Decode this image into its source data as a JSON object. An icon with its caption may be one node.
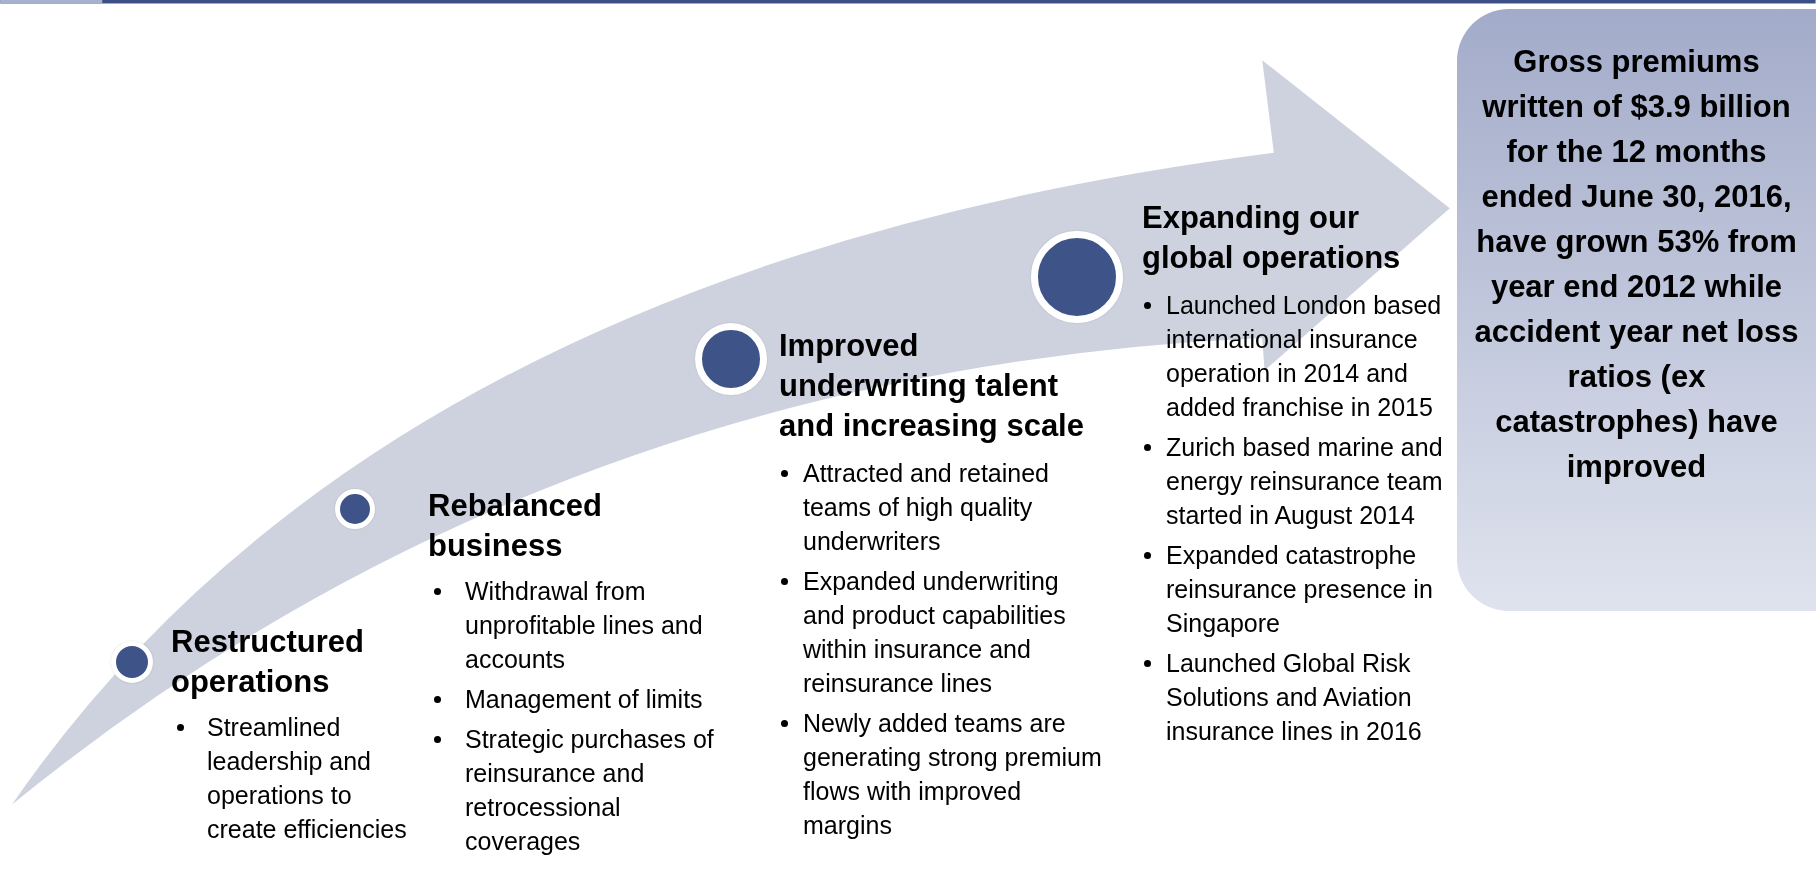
{
  "diagram": {
    "nodes": [
      {
        "text": [
          "Restructured operations",
          "Streamlined leadership and operations  to create efficiencies"
        ]
      },
      {
        "text": [
          "Rebalanced business",
          "Withdrawal from unprofitable lines and accounts",
          "Management of limits",
          "Strategic purchases of reinsurance and retrocessional coverages"
        ]
      },
      {
        "text": [
          "Improved underwriting talent and increasing scale",
          "Attracted and retained teams of high quality underwriters",
          "Expanded underwriting and product capabilities within insurance and reinsurance lines",
          "Newly added teams are generating strong premium flows with improved margins"
        ]
      },
      {
        "text": [
          "Expanding our global operations",
          "Launched London based international insurance operation in 2014 and added franchise in 2015",
          "Zurich based marine and energy reinsurance team started in August 2014",
          "Expanded catastrophe reinsurance presence in Singapore",
          "Launched Global Risk Solutions and Aviation insurance lines in 2016"
        ]
      },
      {
        "text": [],
        "shape": "circle"
      },
      {
        "text": [],
        "shape": "circle"
      },
      {
        "text": [],
        "shape": "circle"
      },
      {
        "text": [],
        "shape": "circle"
      },
      {
        "text": [
          "Gross premiums written of $3.9 billion for the 12 months ended June 30, 2016, have grown 53% from year end 2012 while accident year net loss ratios (ex catastrophes) have improved"
        ]
      }
    ]
  }
}
